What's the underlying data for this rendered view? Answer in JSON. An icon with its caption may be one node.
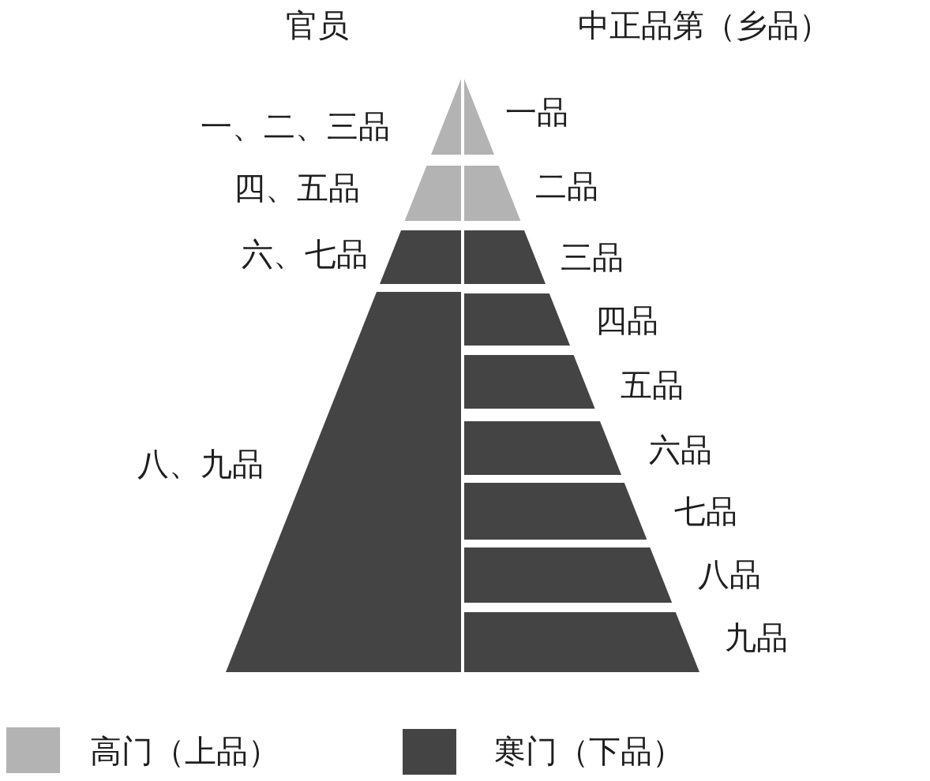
{
  "diagram": {
    "nodes": [
      {
        "text": [],
        "shape": "triangle",
        "beside": [
          "一、二、三品"
        ]
      },
      {
        "text": [],
        "shape": "trapezoid",
        "beside": [
          "四、五品"
        ]
      },
      {
        "text": [],
        "shape": "trapezoid",
        "beside": [
          "六、七品"
        ]
      },
      {
        "text": [],
        "shape": "trapezoid",
        "beside": [
          "八、九品"
        ]
      },
      {
        "text": [],
        "shape": "triangle",
        "beside": [
          "一品"
        ]
      },
      {
        "text": [],
        "shape": "trapezoid",
        "beside": [
          "二品"
        ]
      },
      {
        "text": [],
        "shape": "trapezoid",
        "beside": [
          "三品"
        ]
      },
      {
        "text": [],
        "shape": "trapezoid",
        "beside": [
          "四品"
        ]
      },
      {
        "text": [],
        "shape": "trapezoid",
        "beside": [
          "五品"
        ]
      },
      {
        "text": [],
        "shape": "trapezoid",
        "beside": [
          "六品"
        ]
      },
      {
        "text": [],
        "shape": "trapezoid",
        "beside": [
          "七品"
        ]
      },
      {
        "text": [],
        "shape": "trapezoid",
        "beside": [
          "八品"
        ]
      },
      {
        "text": [],
        "shape": "trapezoid",
        "beside": [
          "九品"
        ]
      }
    ],
    "labels": [
      "官员",
      "中正品第（乡品）"
    ],
    "legend": [
      {
        "text": "高门（上品）",
        "color": "#b3b3b3"
      },
      {
        "text": "寒门（下品）",
        "color": "#444444"
      }
    ]
  }
}
